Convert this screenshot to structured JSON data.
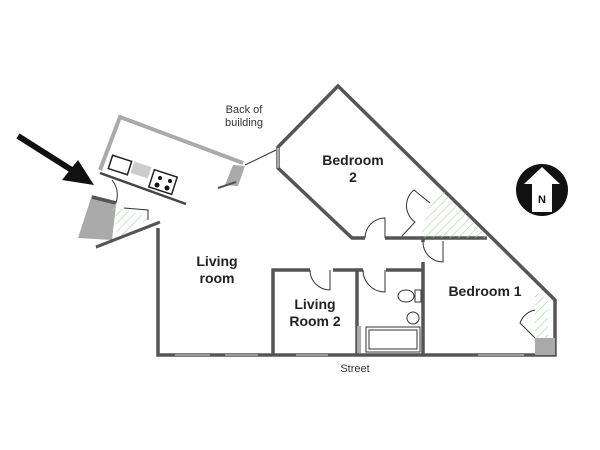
{
  "labels": {
    "back_of_building": "Back of building",
    "bedroom_2": "Bedroom 2",
    "living_room": "Living room",
    "living_room_2": "Living Room 2",
    "bedroom_1": "Bedroom 1",
    "street": "Street",
    "north": "N"
  },
  "colors": {
    "wall": "#555555",
    "gray_fill": "#aaaaaa",
    "hatch": "#9fcf9f"
  }
}
